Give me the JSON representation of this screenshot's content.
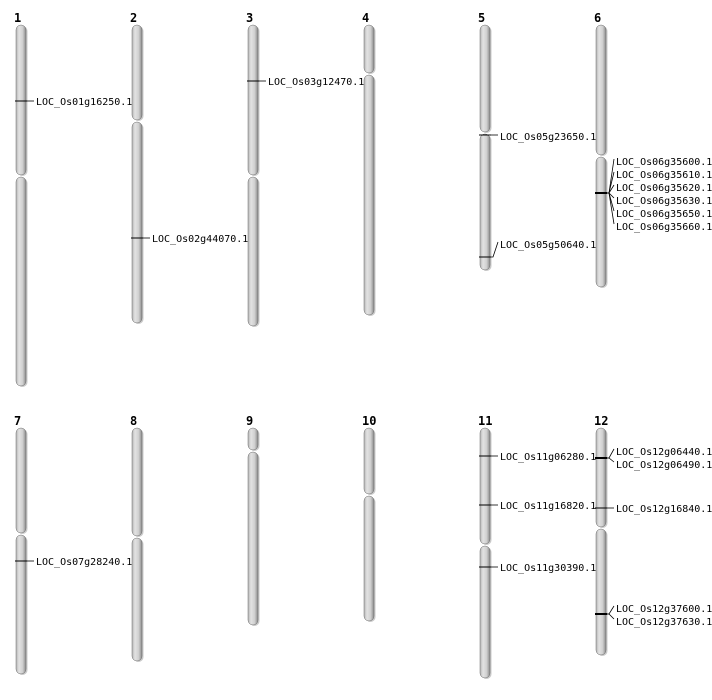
{
  "chromosomes": [
    {
      "label": "1",
      "genes": [
        "LOC_Os01g16250.1"
      ]
    },
    {
      "label": "2",
      "genes": [
        "LOC_Os02g44070.1"
      ]
    },
    {
      "label": "3",
      "genes": [
        "LOC_Os03g12470.1"
      ]
    },
    {
      "label": "4",
      "genes": []
    },
    {
      "label": "5",
      "genes": [
        "LOC_Os05g23650.1",
        "LOC_Os05g50640.1"
      ]
    },
    {
      "label": "6",
      "genes": [
        "LOC_Os06g35600.1",
        "LOC_Os06g35610.1",
        "LOC_Os06g35620.1",
        "LOC_Os06g35630.1",
        "LOC_Os06g35650.1",
        "LOC_Os06g35660.1"
      ]
    },
    {
      "label": "7",
      "genes": [
        "LOC_Os07g28240.1"
      ]
    },
    {
      "label": "8",
      "genes": []
    },
    {
      "label": "9",
      "genes": []
    },
    {
      "label": "10",
      "genes": []
    },
    {
      "label": "11",
      "genes": [
        "LOC_Os11g06280.1",
        "LOC_Os11g16820.1",
        "LOC_Os11g30390.1"
      ]
    },
    {
      "label": "12",
      "genes": [
        "LOC_Os12g06440.1",
        "LOC_Os12g06490.1",
        "LOC_Os12g16840.1",
        "LOC_Os12g37600.1",
        "LOC_Os12g37630.1"
      ]
    }
  ],
  "colors": {
    "chromosome_fill": "#d8d8d8",
    "chromosome_edge": "#6a6a6a",
    "text": "#000000"
  }
}
